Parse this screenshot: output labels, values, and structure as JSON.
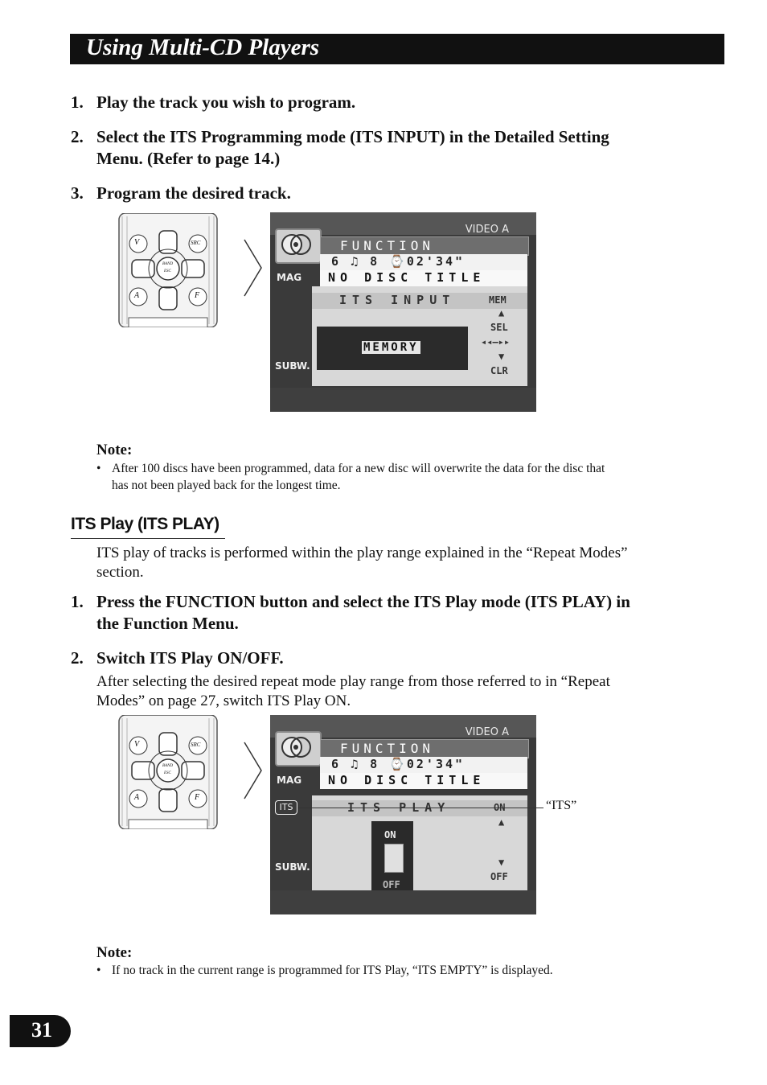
{
  "header": {
    "title": "Using Multi-CD Players"
  },
  "steps_part1": [
    {
      "num": "1.",
      "text": "Play the track you wish to program."
    },
    {
      "num": "2.",
      "text": "Select the ITS Programming mode (ITS INPUT) in the Detailed Setting",
      "text2": "Menu. (Refer to page 14.)"
    },
    {
      "num": "3.",
      "text": "Program the desired track."
    }
  ],
  "remote": {
    "v_key": "V",
    "src_key": "SRC",
    "band_key": "BAND",
    "esc_key": "ESC",
    "a_key": "A",
    "f_key": "F"
  },
  "screen1": {
    "video": "VIDEO A",
    "function": "FUNCTION",
    "info": "6 ♫ 8 ⌚02'34\"",
    "disc_title": "NO DISC TITLE",
    "mag": "MAG",
    "mode": "ITS INPUT",
    "memory": "MEMORY",
    "subw": "SUBW.",
    "mem": "MEM",
    "sel": "SEL",
    "clr": "CLR"
  },
  "note1": {
    "heading": "Note:",
    "bullet": "•",
    "line1": "After 100 discs have been programmed, data for a new disc will overwrite the data for the disc that",
    "line2": "has not been played back for the longest time."
  },
  "section": {
    "heading": "ITS Play (ITS PLAY)",
    "intro1": "ITS play of tracks is performed within the play range explained in the “Repeat Modes”",
    "intro2": "section."
  },
  "steps_part2": [
    {
      "num": "1.",
      "text": "Press the FUNCTION button and select the ITS Play mode (ITS PLAY) in",
      "text2": "the Function Menu."
    },
    {
      "num": "2.",
      "text": "Switch ITS Play ON/OFF."
    }
  ],
  "step2_body": {
    "line1": "After selecting the desired repeat mode play range from those referred to in “Repeat",
    "line2": "Modes” on page 27, switch ITS Play ON."
  },
  "screen2": {
    "video": "VIDEO A",
    "function": "FUNCTION",
    "info": "6 ♫ 8 ⌚02'34\"",
    "disc_title": "NO DISC TITLE",
    "mag": "MAG",
    "its_badge": "ITS",
    "mode": "ITS PLAY",
    "on": "ON",
    "off": "OFF",
    "subw": "SUBW.",
    "side_on": "ON",
    "side_off": "OFF"
  },
  "callout": {
    "label": "“ITS”"
  },
  "note2": {
    "heading": "Note:",
    "bullet": "•",
    "line1": "If no track in the current range is programmed for ITS Play, “ITS EMPTY” is displayed."
  },
  "page_number": "31",
  "colors": {
    "header_bg": "#111111",
    "lcd_bg": "#3a3a3a",
    "lcd_highlight": "#f2f2f2"
  }
}
